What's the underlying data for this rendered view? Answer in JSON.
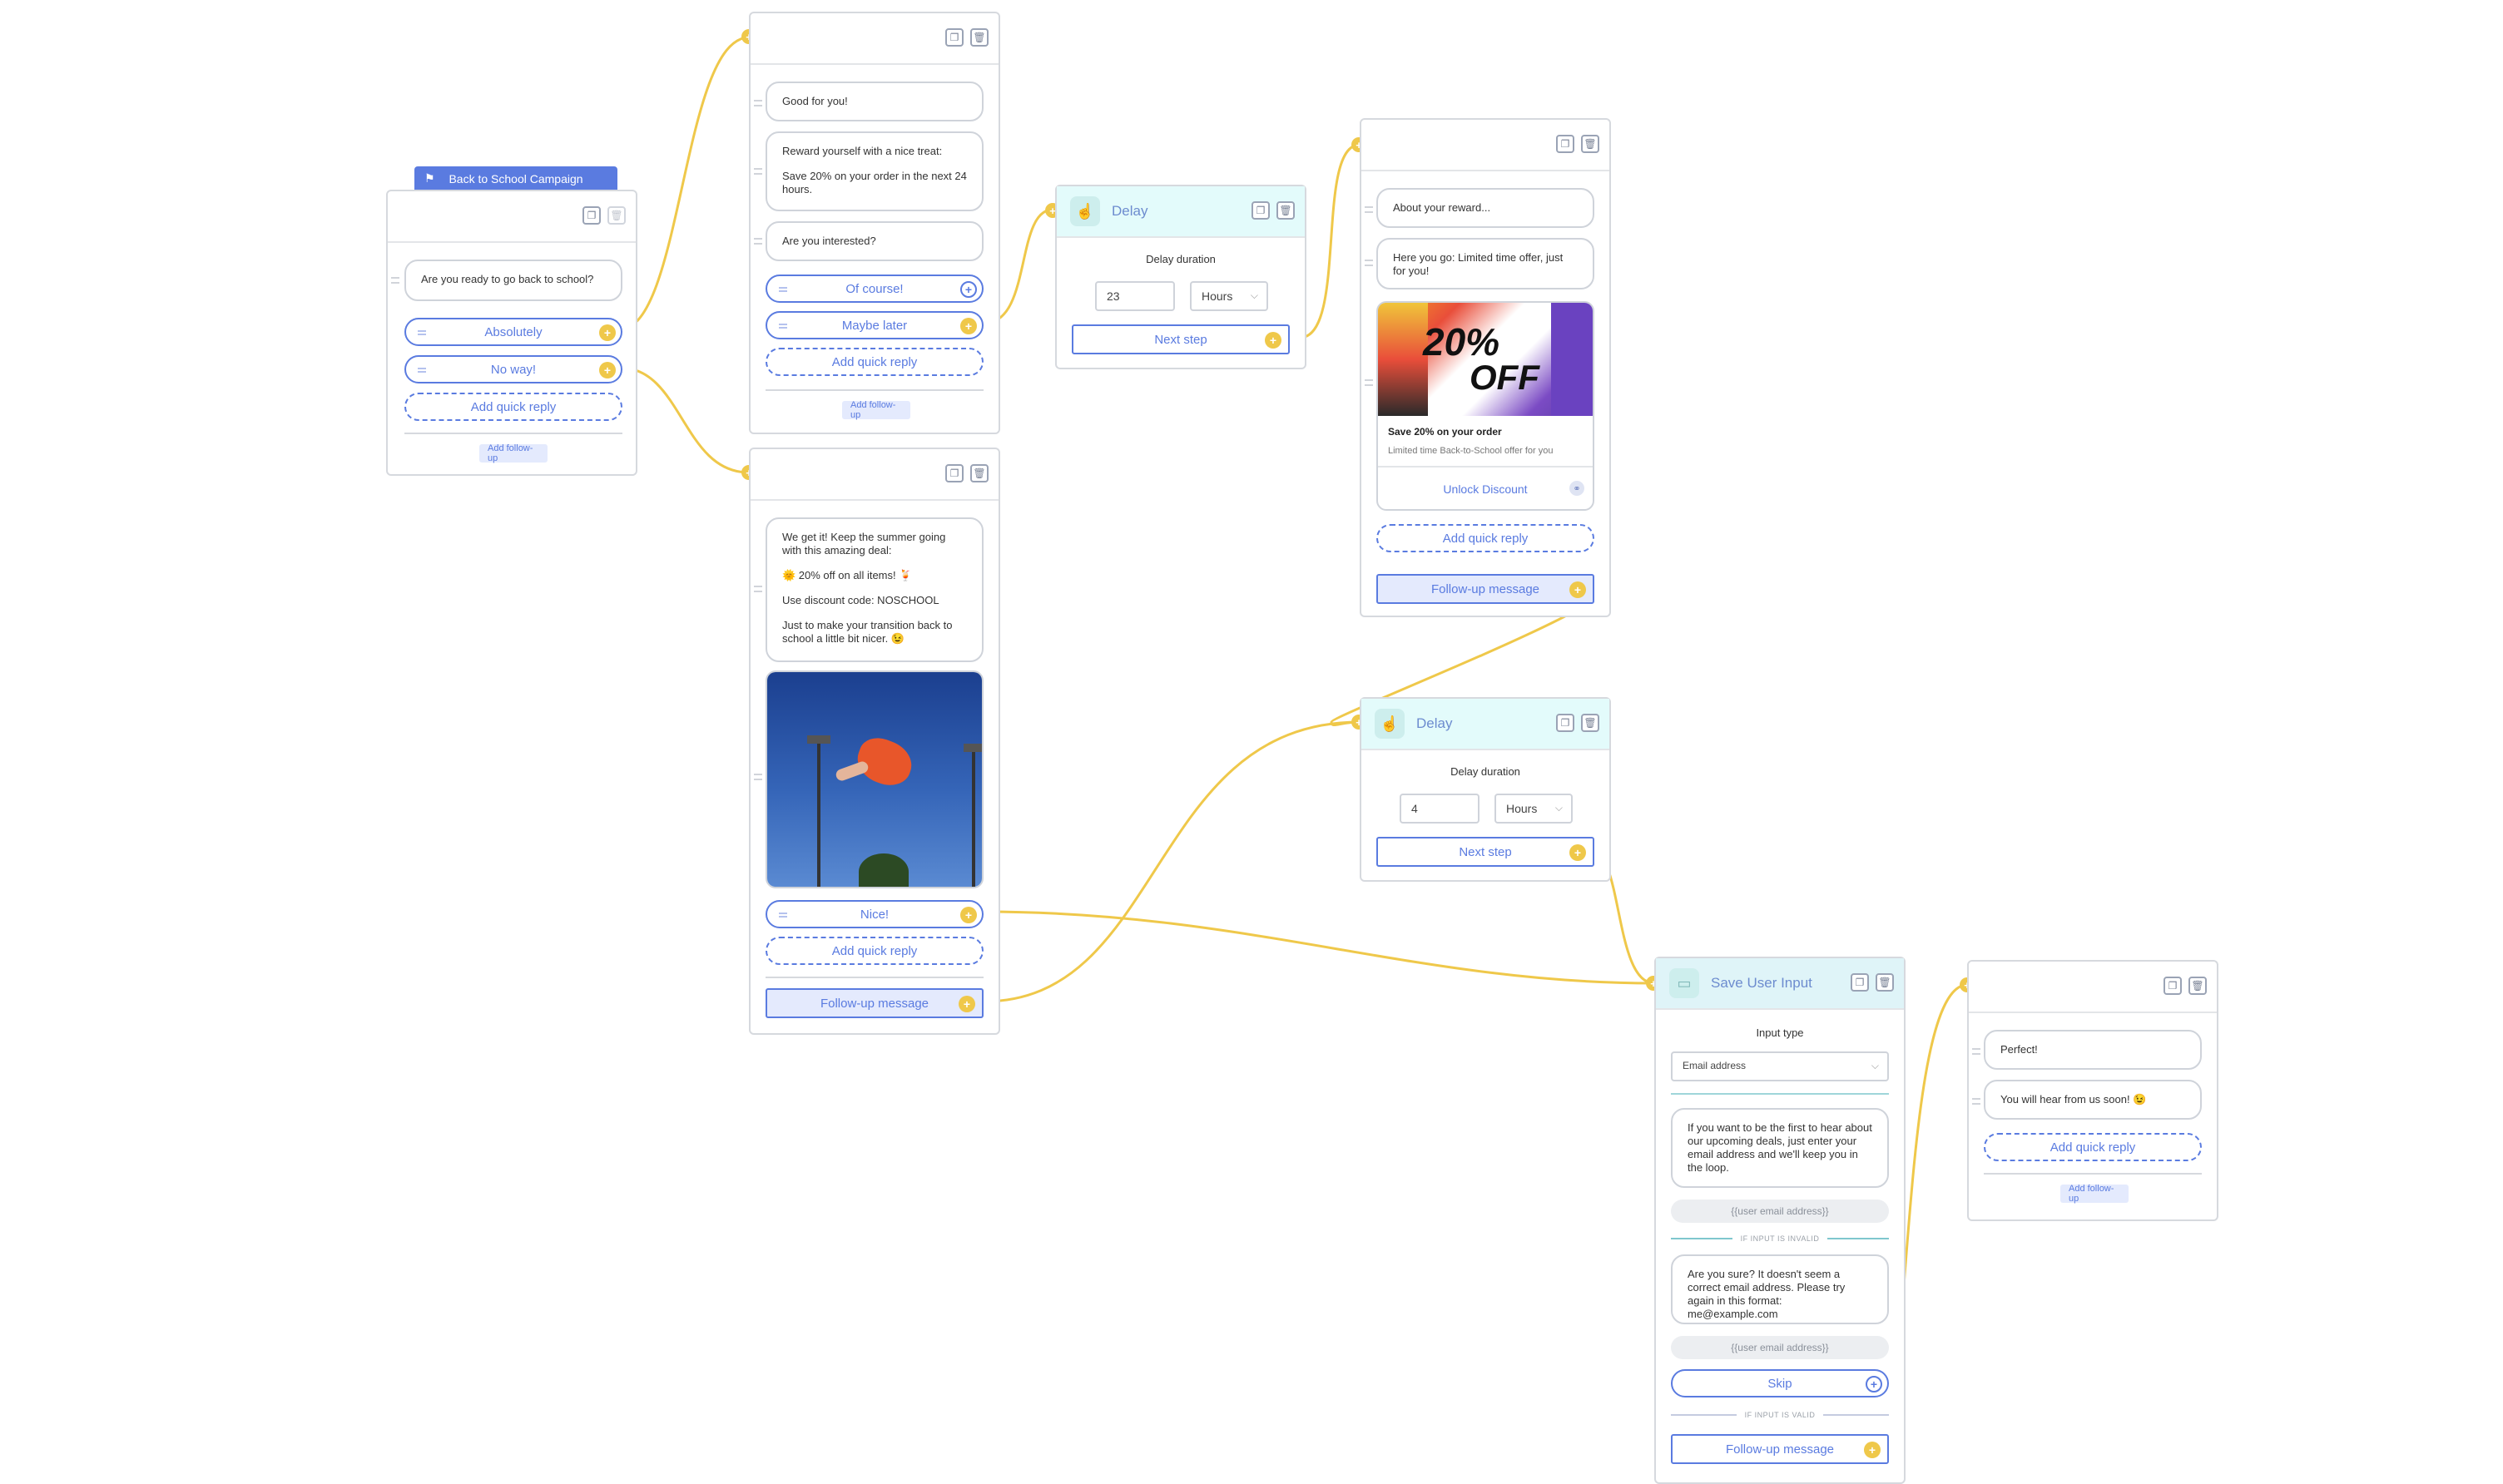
{
  "colors": {
    "accent": "#5a7be0",
    "connector": "#efc84a",
    "delay_header": "#e3fbfb"
  },
  "start": {
    "tab_label": "Back to School Campaign",
    "message": "Are you ready to go back to school?",
    "quick_replies": [
      "Absolutely",
      "No way!"
    ],
    "add_quick_reply": "Add quick reply",
    "add_follow_up": "Add follow-up"
  },
  "node_good": {
    "messages": [
      "Good for you!",
      "Reward yourself with a nice treat:",
      "Save 20% on your order in the next 24 hours.",
      "Are you interested?"
    ],
    "quick_replies": [
      "Of course!",
      "Maybe later"
    ],
    "add_quick_reply": "Add quick reply",
    "add_follow_up": "Add follow-up"
  },
  "delay1": {
    "title": "Delay",
    "duration_label": "Delay duration",
    "value": "23",
    "unit": "Hours",
    "next": "Next step"
  },
  "node_reward": {
    "messages": [
      "About your reward...",
      "Here you go: Limited time offer, just for you!"
    ],
    "promo_big": "20%",
    "promo_off": "OFF",
    "card_title": "Save 20% on your order",
    "card_subtitle": "Limited time Back-to-School offer for you",
    "card_button": "Unlock Discount",
    "add_quick_reply": "Add quick reply",
    "follow_up": "Follow-up message"
  },
  "node_summer": {
    "messages": [
      "We get it! Keep the summer going with this amazing deal:",
      "🌞 20% off on all items! 🍹",
      "Use discount code: NOSCHOOL",
      "Just to make your transition back to school a little bit nicer. 😉"
    ],
    "quick_replies": [
      "Nice!"
    ],
    "add_quick_reply": "Add quick reply",
    "follow_up": "Follow-up message"
  },
  "delay2": {
    "title": "Delay",
    "duration_label": "Delay duration",
    "value": "4",
    "unit": "Hours",
    "next": "Next step"
  },
  "save_input": {
    "title": "Save User Input",
    "input_type_label": "Input type",
    "input_type": "Email address",
    "prompt": "If you want to be the first to hear about our upcoming deals, just enter your email address and we'll keep you in the loop.",
    "var1": "{{user email address}}",
    "cond_invalid": "IF INPUT IS INVALID",
    "retry": "Are you sure? It doesn't seem a correct email address. Please try again in this format: me@example.com",
    "var2": "{{user email address}}",
    "skip": "Skip",
    "cond_valid": "IF INPUT IS VALID",
    "follow_up": "Follow-up message"
  },
  "node_perfect": {
    "messages": [
      "Perfect!",
      "You will hear from us soon! 😉"
    ],
    "add_quick_reply": "Add quick reply",
    "add_follow_up": "Add follow-up"
  },
  "icons": {
    "duplicate": "duplicate-icon",
    "delete": "trash-icon",
    "delay": "hand-clock-icon",
    "save": "input-icon",
    "flag": "flag-icon",
    "plus": "plus-icon",
    "link": "link-icon"
  }
}
